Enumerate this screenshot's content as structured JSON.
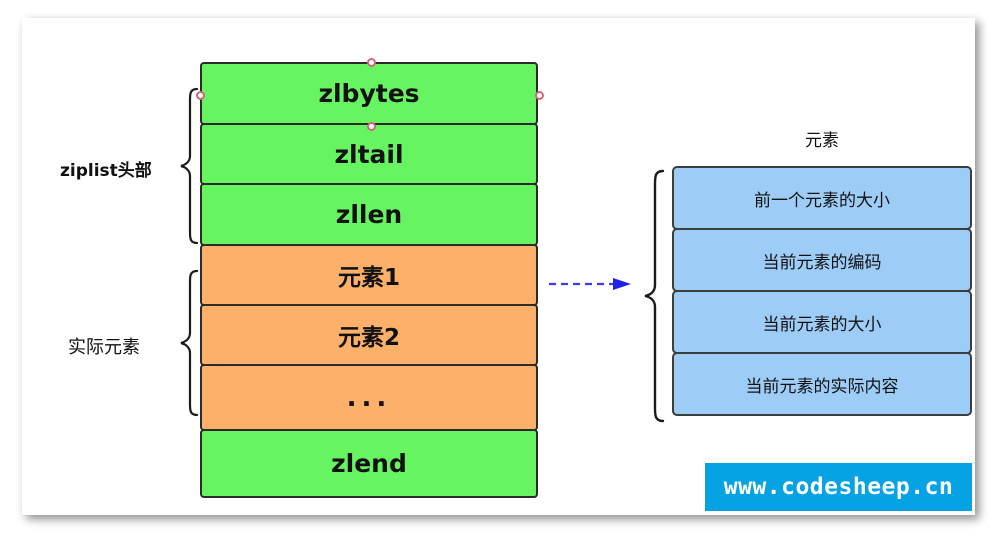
{
  "diagram": {
    "ziplist": {
      "header_label": "ziplist头部",
      "entries_label": "实际元素",
      "cells": [
        {
          "label": "zlbytes",
          "color": "#66f561",
          "group": "header",
          "script": "en",
          "selected": true
        },
        {
          "label": "zltail",
          "color": "#66f561",
          "group": "header",
          "script": "en",
          "selected": false
        },
        {
          "label": "zllen",
          "color": "#66f561",
          "group": "header",
          "script": "en",
          "selected": false
        },
        {
          "label": "元素1",
          "color": "#fcb069",
          "group": "entries",
          "script": "cn",
          "selected": false
        },
        {
          "label": "元素2",
          "color": "#fcb069",
          "group": "entries",
          "script": "cn",
          "selected": false
        },
        {
          "label": "...",
          "color": "#fcb069",
          "group": "entries",
          "script": "dots",
          "selected": false
        },
        {
          "label": "zlend",
          "color": "#66f561",
          "group": "end",
          "script": "en",
          "selected": false
        }
      ]
    },
    "connector": {
      "style": "dashed-arrow",
      "color": "#3b3bf0",
      "direction": "right"
    },
    "entry_detail": {
      "title": "元素",
      "fields": [
        "前一个元素的大小",
        "当前元素的编码",
        "当前元素的大小",
        "当前元素的实际内容"
      ],
      "color": "#9dcdf7"
    },
    "watermark": {
      "text": "www.codesheep.cn",
      "background": "#06a3e4",
      "text_color": "#ffffff"
    }
  }
}
